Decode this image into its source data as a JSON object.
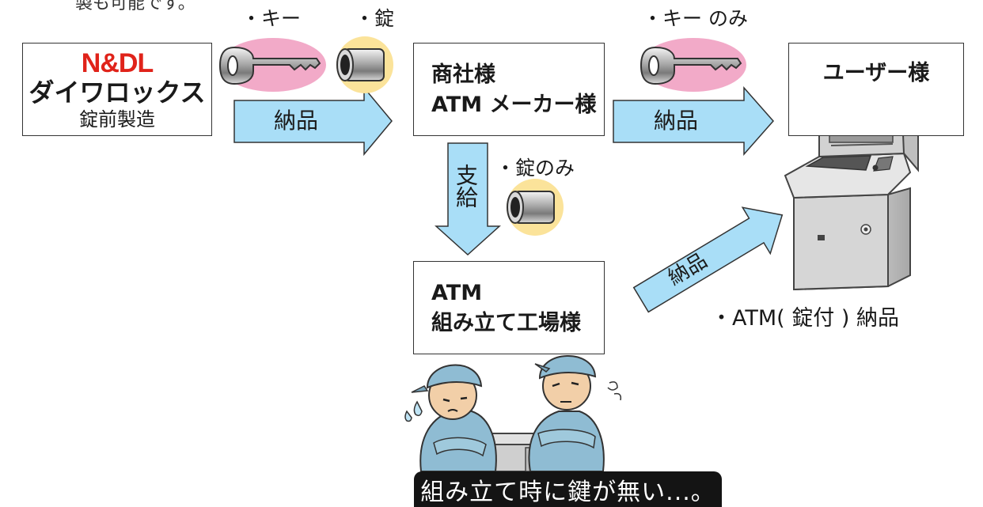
{
  "intro_text_fragment": "製も可能です。",
  "supplier_box": {
    "logo": "N&DL",
    "name": "ダイワロックス",
    "subtitle": "錠前製造"
  },
  "first_delivery": {
    "item_key": "・キー",
    "item_lock": "・錠",
    "arrow_label": "納品"
  },
  "trading_box": {
    "line1": "商社様",
    "line2": "ATM メーカー様"
  },
  "second_delivery": {
    "item_key_only": "・キー のみ",
    "arrow_label": "納品"
  },
  "user_box": {
    "label": "ユーザー様"
  },
  "supply": {
    "arrow_label": "支給",
    "item_lock_only": "・錠のみ"
  },
  "factory_box": {
    "line1": "ATM",
    "line2": "組み立て工場様"
  },
  "final_delivery": {
    "arrow_label": "納品",
    "caption": "・ATM( 錠付 ) 納品"
  },
  "problem_caption": "組み立て時に鍵が無い...。",
  "colors": {
    "arrow_fill": "#a9def7",
    "key_badge": "#f2aac8",
    "lock_badge": "#fbe39a",
    "logo_red": "#e0231a",
    "caption_bg": "#141414"
  }
}
